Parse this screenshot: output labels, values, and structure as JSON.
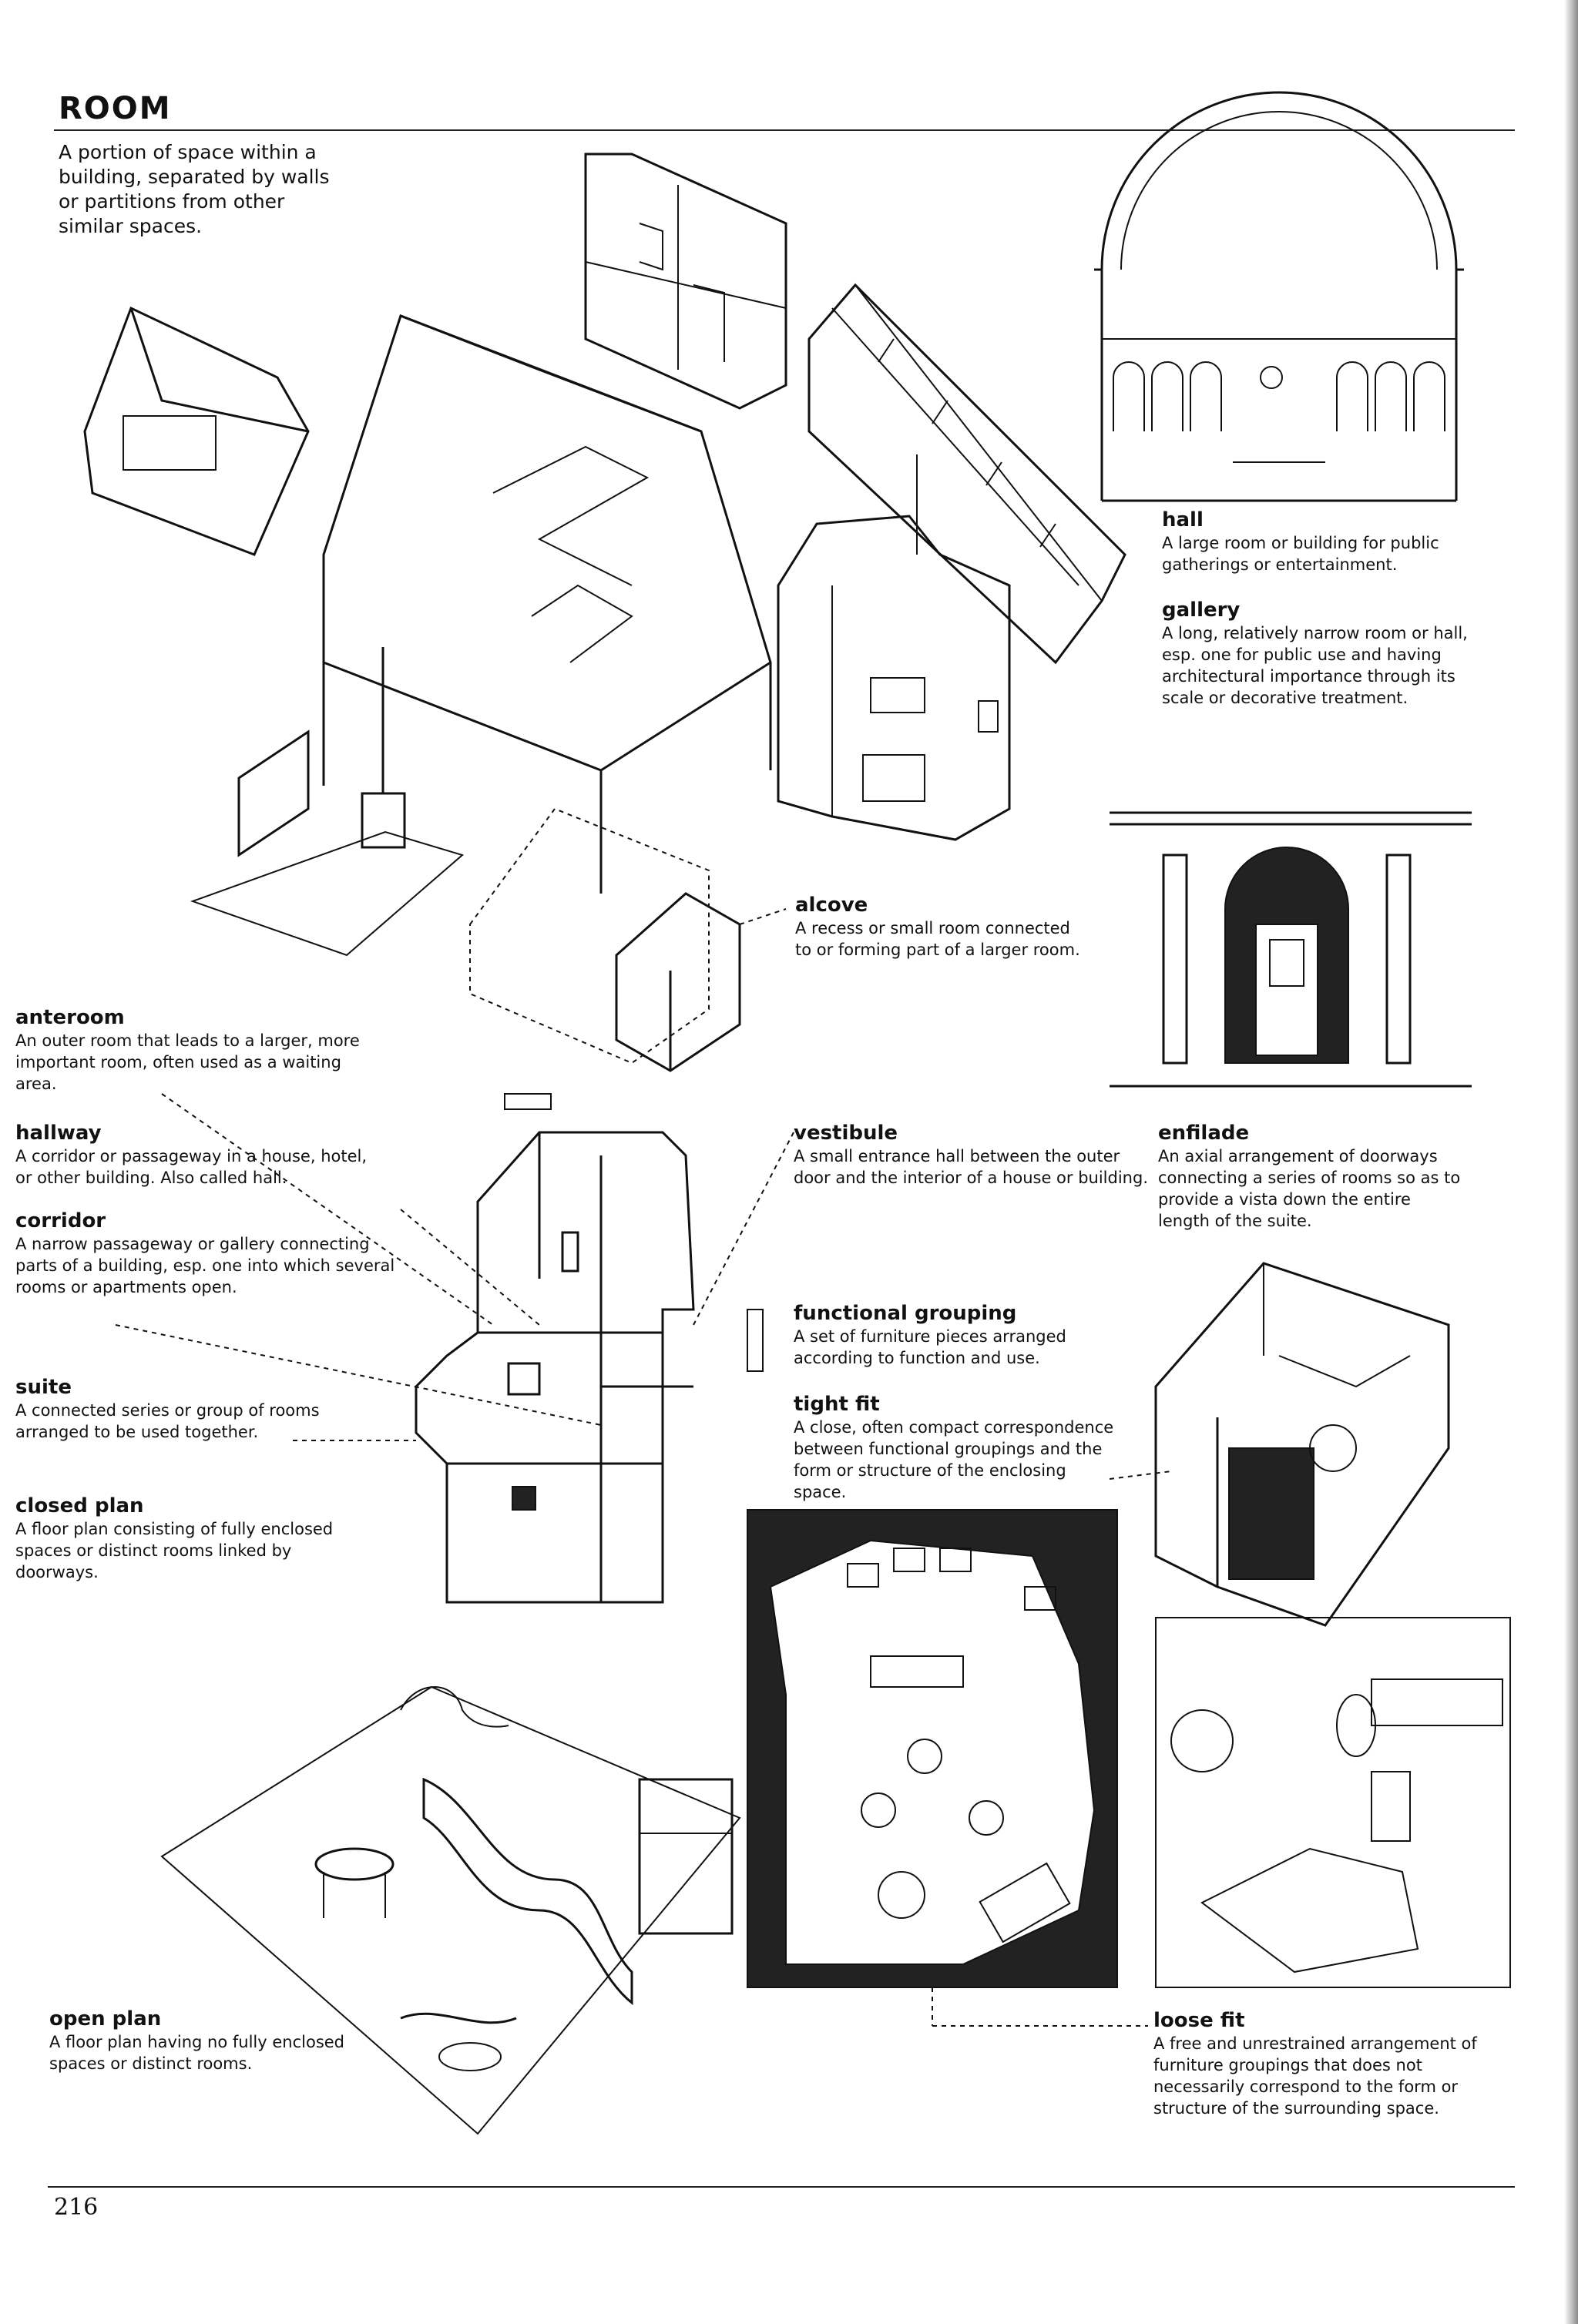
{
  "page": {
    "title": "ROOM",
    "intro": "A portion of space within a building, separated by walls or partitions from other similar spaces.",
    "page_number": "216"
  },
  "terms": {
    "hall": {
      "term": "hall",
      "definition": "A large room or building for public gatherings or entertainment."
    },
    "gallery": {
      "term": "gallery",
      "definition": "A long, relatively narrow room or hall, esp. one for public use and having architectural importance through its scale or decorative treatment."
    },
    "alcove": {
      "term": "alcove",
      "definition": "A recess or small room connected to or forming part of a larger room."
    },
    "anteroom": {
      "term": "anteroom",
      "definition": "An outer room that leads to a larger, more important room, often used as a waiting area."
    },
    "hallway": {
      "term": "hallway",
      "definition": "A corridor or passageway in a house, hotel, or other building. Also called hall."
    },
    "corridor": {
      "term": "corridor",
      "definition": "A narrow passageway or gallery connecting parts of a building, esp. one into which several rooms or apartments open."
    },
    "suite": {
      "term": "suite",
      "definition": "A connected series or group of rooms arranged to be used together."
    },
    "closed_plan": {
      "term": "closed plan",
      "definition": "A floor plan consisting of fully enclosed spaces or distinct rooms linked by doorways."
    },
    "vestibule": {
      "term": "vestibule",
      "definition": "A small entrance hall between the outer door and the interior of a house or building."
    },
    "enfilade": {
      "term": "enfilade",
      "definition": "An axial arrangement of doorways connecting a series of rooms so as to provide a vista down the entire length of the suite."
    },
    "functional_grouping": {
      "term": "functional grouping",
      "definition": "A set of furniture pieces arranged according to function and use."
    },
    "tight_fit": {
      "term": "tight fit",
      "definition": "A close, often compact correspondence between functional groupings and the form or structure of the enclosing space."
    },
    "open_plan": {
      "term": "open plan",
      "definition": "A floor plan having no fully enclosed spaces or distinct rooms."
    },
    "loose_fit": {
      "term": "loose fit",
      "definition": "A free and unrestrained arrangement of furniture groupings that does not necessarily correspond to the form or structure of the surrounding space."
    }
  }
}
